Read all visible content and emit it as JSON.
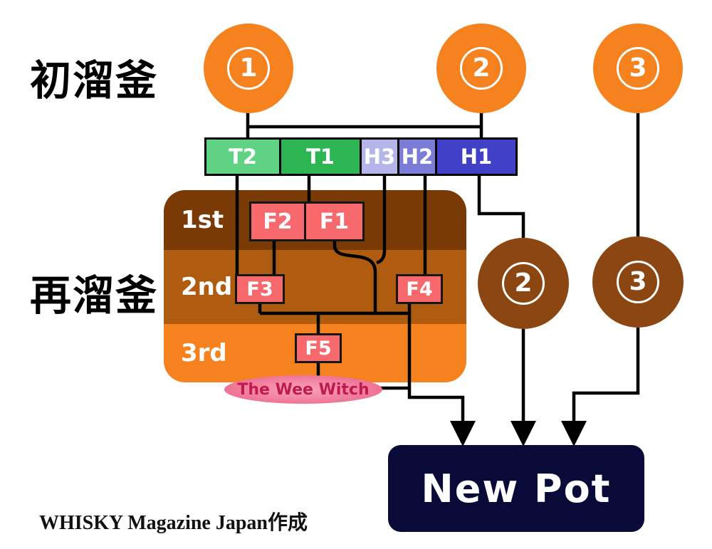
{
  "labels": {
    "wash_still": "初溜釜",
    "spirit_still": "再溜釜",
    "credit": "WHISKY Magazine Japan作成"
  },
  "wash_circles": [
    {
      "num": "1"
    },
    {
      "num": "2"
    },
    {
      "num": "3"
    }
  ],
  "receiver_bar": [
    {
      "label": "T2",
      "color": "#5FD383"
    },
    {
      "label": "T1",
      "color": "#2EB553"
    },
    {
      "label": "H3",
      "color": "#B5B5EA"
    },
    {
      "label": "H2",
      "color": "#7B7BD8"
    },
    {
      "label": "H1",
      "color": "#4040C8"
    }
  ],
  "spirit_runs": [
    {
      "label": "1st",
      "color": "#7A3A05"
    },
    {
      "label": "2nd",
      "color": "#B05C10"
    },
    {
      "label": "3rd",
      "color": "#F5821E"
    }
  ],
  "fractions": {
    "f2": "F2",
    "f1": "F1",
    "f3": "F3",
    "f4": "F4",
    "f5": "F5"
  },
  "still_name": "The Wee Witch",
  "spirit_circles": [
    {
      "num": "2"
    },
    {
      "num": "3"
    }
  ],
  "output": {
    "label": "New Pot",
    "color": "#0A0A38"
  },
  "colors": {
    "wash_circle": "#F5821E",
    "spirit_circle": "#8C4612",
    "fraction_box": "#F8696E",
    "line": "#000000"
  }
}
